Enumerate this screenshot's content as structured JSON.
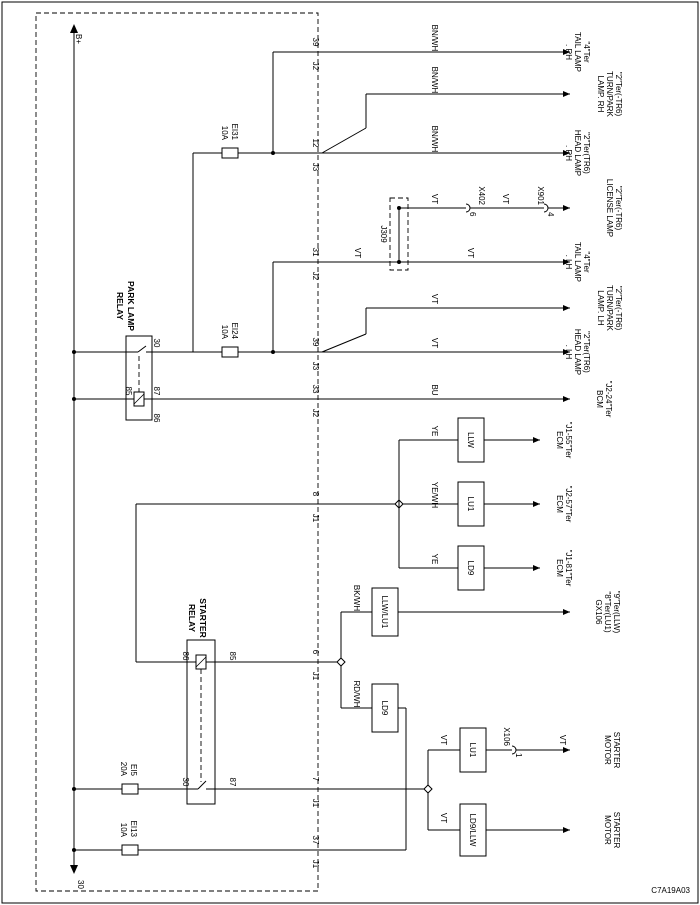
{
  "bus": {
    "top_label": "B+",
    "bottom_label": "30"
  },
  "relays": [
    {
      "name": "PARK LAMP",
      "name2": "RELAY",
      "pins": [
        "30",
        "87",
        "85",
        "86"
      ]
    },
    {
      "name": "STARTER",
      "name2": "RELAY",
      "pins": [
        "86",
        "85",
        "30",
        "87"
      ]
    }
  ],
  "fuses": [
    {
      "name": "EI31",
      "rating": "10A"
    },
    {
      "name": "EI24",
      "rating": "10A"
    },
    {
      "name": "EI5",
      "rating": "20A"
    },
    {
      "name": "EI13",
      "rating": "10A"
    }
  ],
  "connector_pins": [
    {
      "conn": "J2",
      "pin": "39"
    },
    {
      "conn": "J3",
      "pin": "12"
    },
    {
      "conn": "J2",
      "pin": "31"
    },
    {
      "conn": "J3",
      "pin": "39"
    },
    {
      "conn": "J2",
      "pin": "33"
    },
    {
      "conn": "J1",
      "pin": "8"
    },
    {
      "conn": "J1",
      "pin": "6"
    },
    {
      "conn": "J1",
      "pin": "7"
    },
    {
      "conn": "J1",
      "pin": "37"
    }
  ],
  "wire_colors": {
    "tail_rh": "BN/WH",
    "turn_rh": "BN/WH",
    "head_rh": "BN/WH",
    "j309_out": "VT",
    "x402_out": "VT",
    "tail_lh_a": "VT",
    "tail_lh_b": "VT",
    "turn_lh": "VT",
    "head_lh": "VT",
    "bcm": "BU",
    "ecm_1": "YE",
    "ecm_2": "YE/WH",
    "ecm_3": "YE",
    "gx106": "BK/WH",
    "relay_ld9": "RD/WH",
    "motor_1a": "VT",
    "motor_1b": "VT",
    "motor_2": "VT"
  },
  "connectors": {
    "j309": "J309",
    "x402": "X402",
    "x402_pin": "6",
    "x901": "X901",
    "x901_pin": "4",
    "x106": "X106",
    "x106_pin": "1"
  },
  "option_boxes": [
    "LLW",
    "LU1",
    "LD9",
    "LLW/LU1",
    "LD9",
    "LU1",
    "LD9/LLW"
  ],
  "destinations": [
    {
      "lines": [
        "\"4\"Ter",
        "TAIL LAMP",
        ". RH"
      ]
    },
    {
      "lines": [
        "\"2\"Ter(-TR6)",
        "TURN/PARK",
        "LAMP. RH"
      ]
    },
    {
      "lines": [
        "\"2\"Ter(TR6)",
        "HEAD LAMP",
        ". RH"
      ]
    },
    {
      "lines": [
        "\"2\"Ter(-TR6)",
        "LICENSE LAMP"
      ]
    },
    {
      "lines": [
        "\"4\"Ter",
        "TAIL LAMP",
        ". LH"
      ]
    },
    {
      "lines": [
        "\"2\"Ter(-TR6)",
        "TURN/PARK",
        "LAMP. LH"
      ]
    },
    {
      "lines": [
        "\"2\"Ter(TR6)",
        "HEAD LAMP",
        ". LH"
      ]
    },
    {
      "lines": [
        "\"J2-24\"Ter",
        "BCM"
      ]
    },
    {
      "lines": [
        "\"J1-55\"Ter",
        "ECM"
      ]
    },
    {
      "lines": [
        "\"J2-57\"Ter",
        "ECM"
      ]
    },
    {
      "lines": [
        "\"J1-81\"Ter",
        "ECM"
      ]
    },
    {
      "lines": [
        "\"9\"Ter(LLW)",
        "\"8\"Ter(LU1)",
        "GX106"
      ]
    },
    {
      "lines": [
        "STARTER",
        "MOTOR"
      ]
    },
    {
      "lines": [
        "STARTER",
        "MOTOR"
      ]
    }
  ],
  "figure_code": "C7A19A03"
}
